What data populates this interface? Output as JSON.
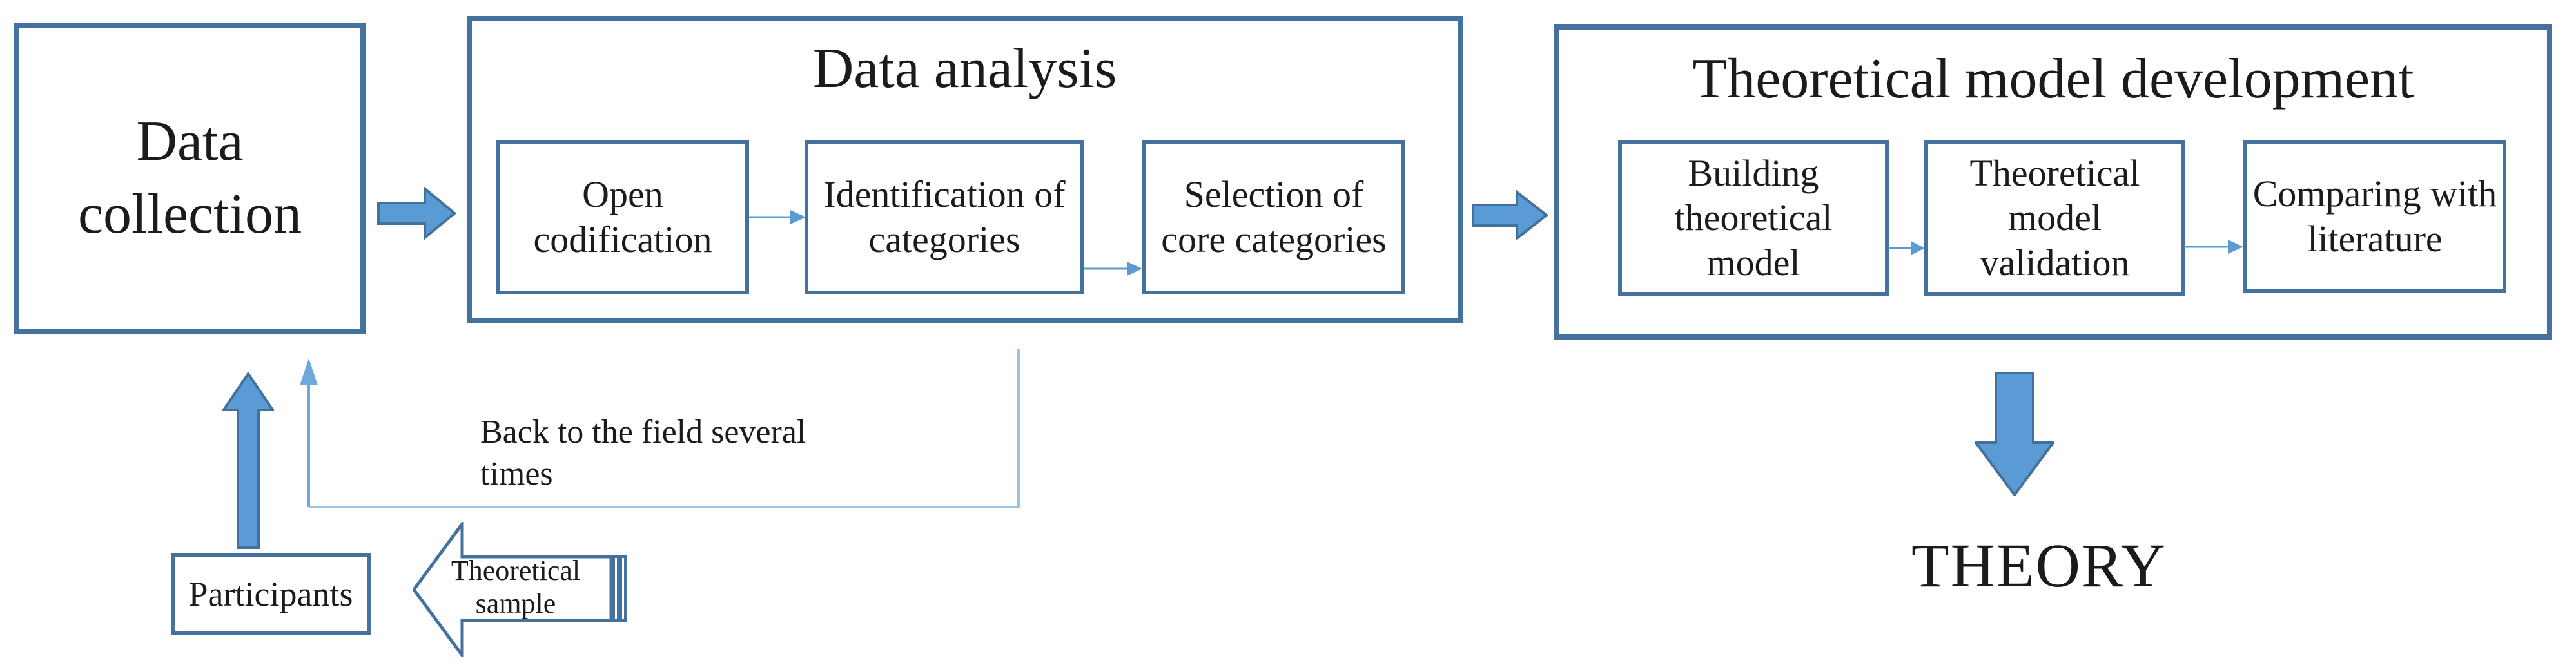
{
  "colors": {
    "border": "#44719E",
    "arrow_fill": "#5B9BD5",
    "arrow_stroke": "#41719C",
    "thin_arrow": "#5B9BD5",
    "feedback_light": "#9DC3E6",
    "feedback_dark": "#6FA8DC",
    "text": "#1b1b1b"
  },
  "data_collection": {
    "label": "Data collection"
  },
  "data_analysis": {
    "title": "Data analysis",
    "steps": [
      {
        "label": "Open codification"
      },
      {
        "label": "Identification of categories"
      },
      {
        "label": "Selection of core categories"
      }
    ]
  },
  "theoretical_model": {
    "title": "Theoretical model development",
    "steps": [
      {
        "label": "Building theoretical model"
      },
      {
        "label": "Theoretical model validation"
      },
      {
        "label": "Comparing with literature"
      }
    ]
  },
  "theory_label": "THEORY",
  "feedback_note": {
    "line1": "Back to the field several",
    "line2": "times"
  },
  "participants": {
    "label": "Participants"
  },
  "theoretical_sample": {
    "line1": "Theoretical",
    "line2": "sample"
  }
}
